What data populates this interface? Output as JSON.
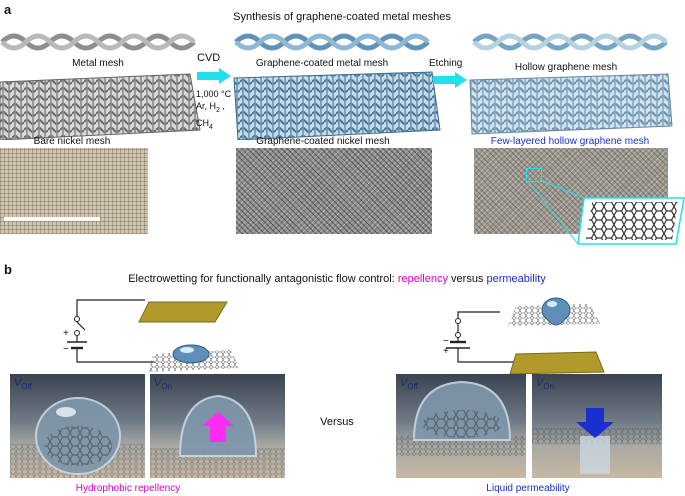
{
  "panel_a": {
    "letter": "a",
    "title": "Synthesis of graphene-coated metal meshes",
    "metal_mesh_label": "Metal mesh",
    "cvd_label": "CVD",
    "conditions": [
      "1,000 °C",
      "Ar, H",
      "2",
      " ,",
      "CH",
      "4"
    ],
    "graphene_coated_label": "Graphene-coated metal mesh",
    "etching_label": "Etching",
    "hollow_label": "Hollow graphene mesh",
    "bare_nickel_label": "Bare nickel mesh",
    "graphene_nickel_label": "Graphene-coated nickel mesh",
    "few_layered_label": "Few-layered hollow graphene mesh"
  },
  "panel_b": {
    "letter": "b",
    "title_prefix": "Electrowetting for functionally antagonistic flow control: ",
    "repellency": "repellency",
    "versus_word": " versus ",
    "permeability": "permeability",
    "plus": "+",
    "minus": "−",
    "v": "V",
    "off": "Off",
    "on": "On",
    "versus_center": "Versus",
    "hydrophobic_label": "Hydrophobic repellency",
    "liquid_label": "Liquid permeability"
  },
  "colors": {
    "magenta": "#e000c8",
    "blue": "#1a2fd0",
    "cyan_arrow": "#21e0ec",
    "mesh_blue": "#7aa7c7",
    "electrode": "#a89530"
  }
}
